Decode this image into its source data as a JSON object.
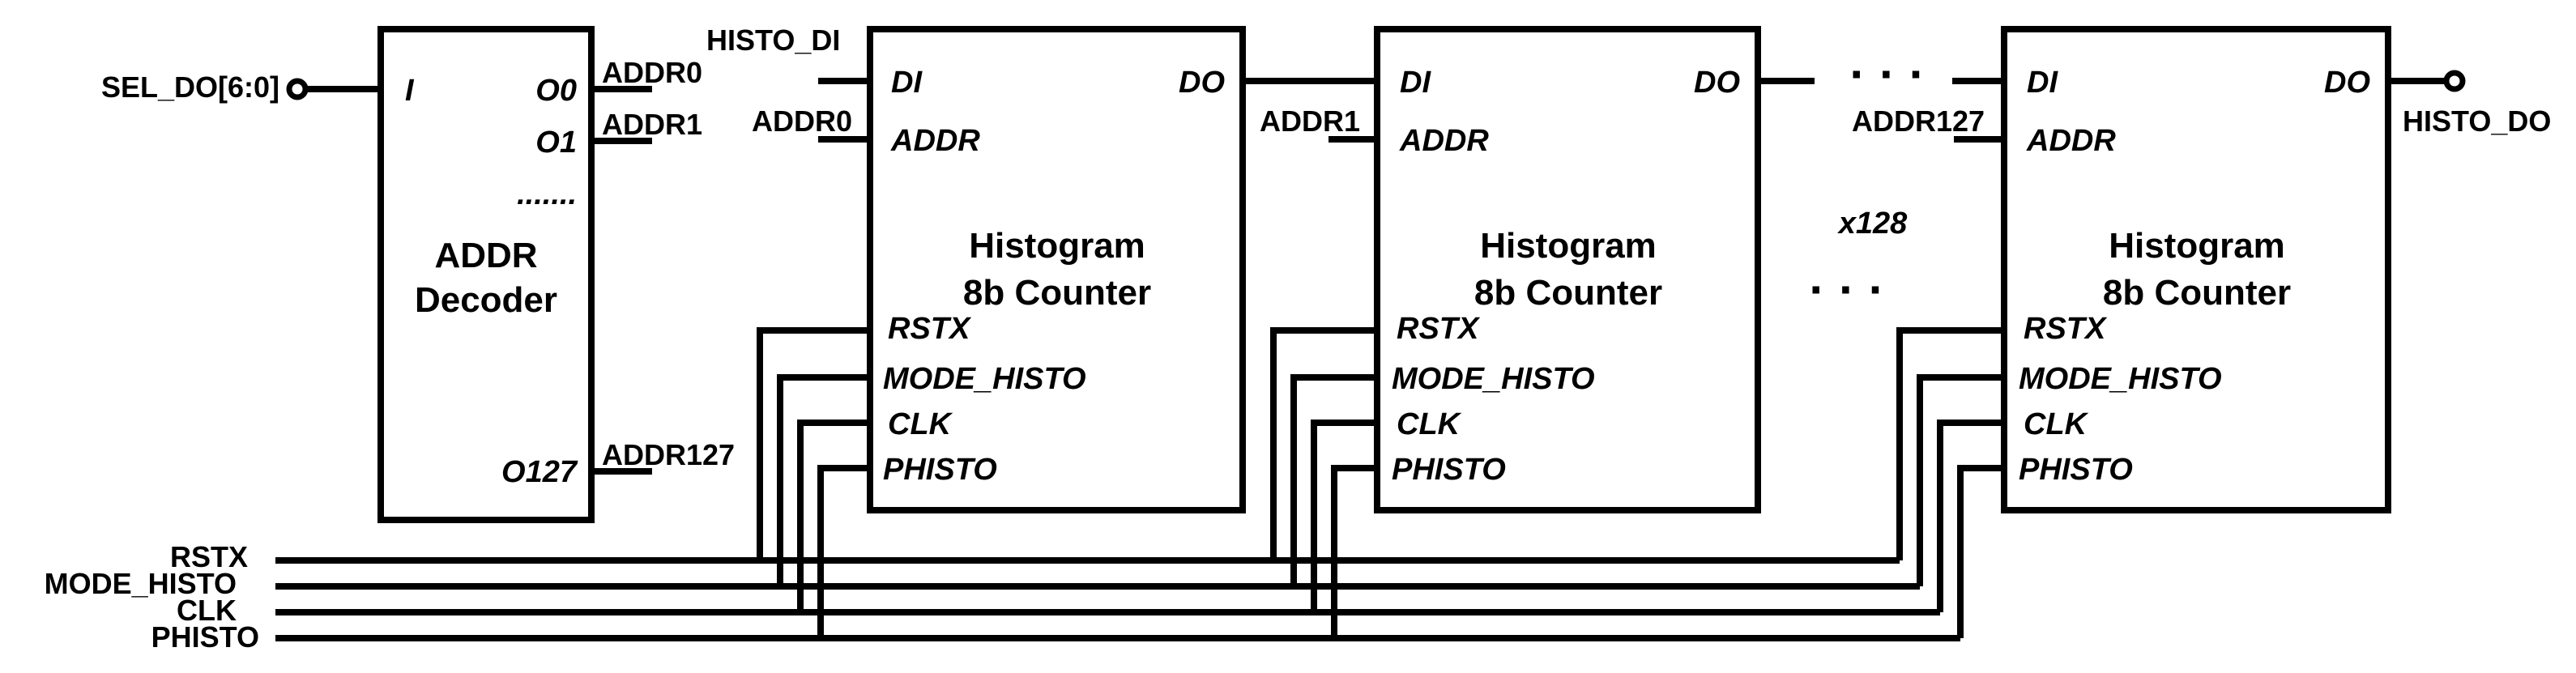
{
  "decoder": {
    "input_label": "SEL_DO[6:0]",
    "in_pin": "I",
    "out_pins": [
      "O0",
      "O1",
      "O127"
    ],
    "ellipsis": ".......",
    "title_line1": "ADDR",
    "title_line2": "Decoder",
    "out_nets": [
      "ADDR0",
      "ADDR1",
      "ADDR127"
    ]
  },
  "counter_blocks": [
    {
      "di": "DI",
      "do": "DO",
      "addr": "ADDR",
      "title1": "Histogram",
      "title2": "8b Counter",
      "addr_net": "ADDR0"
    },
    {
      "di": "DI",
      "do": "DO",
      "addr": "ADDR",
      "title1": "Histogram",
      "title2": "8b Counter",
      "addr_net": "ADDR1"
    },
    {
      "di": "DI",
      "do": "DO",
      "addr": "ADDR",
      "title1": "Histogram",
      "title2": "8b Counter",
      "addr_net": "ADDR127"
    }
  ],
  "control_pins": [
    "RSTX",
    "MODE_HISTO",
    "CLK",
    "PHISTO"
  ],
  "bus_labels": [
    "RSTX",
    "MODE_HISTO",
    "CLK",
    "PHISTO"
  ],
  "io": {
    "histo_di": "HISTO_DI",
    "histo_do": "HISTO_DO"
  },
  "repeat": {
    "dots_top": "· · ·",
    "dots_mid": "· · ·",
    "count": "x128"
  }
}
